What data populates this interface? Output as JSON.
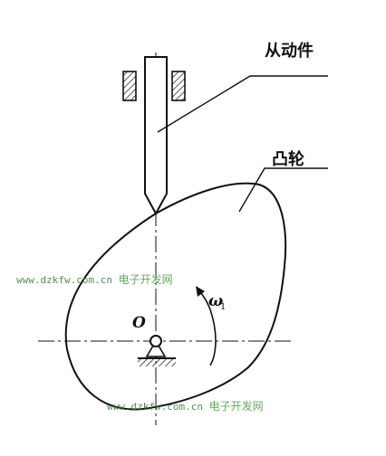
{
  "diagram": {
    "labels": {
      "follower": "从动件",
      "cam": "凸轮",
      "center": "O",
      "omega": "ω",
      "omega_sub": "1"
    }
  },
  "watermarks": [
    {
      "url": "www.dzkfw.com.cn",
      "name": "电子开发网"
    },
    {
      "url": "www.dzkfw.com.cn",
      "name": "电子开发网"
    }
  ],
  "colors": {
    "line": "#111111",
    "watermark": "#3a7a3a"
  }
}
